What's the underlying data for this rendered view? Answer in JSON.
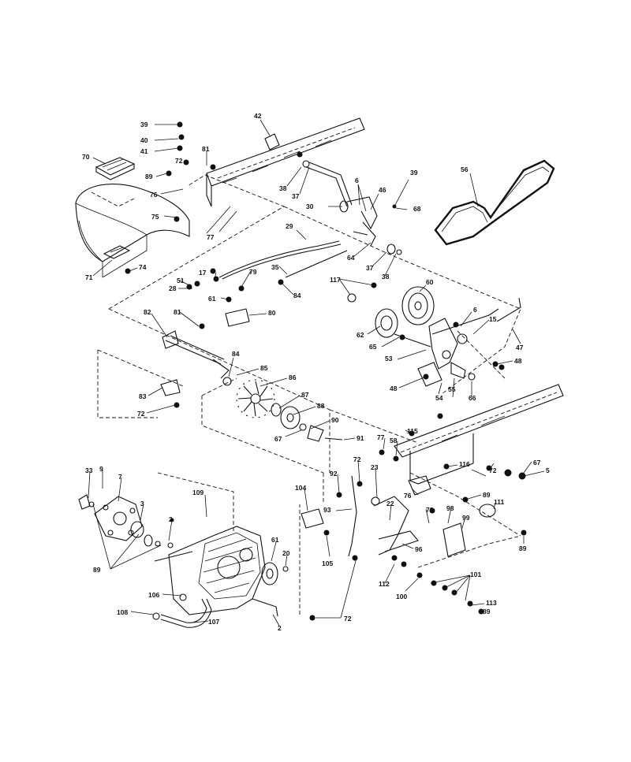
{
  "parts": [
    {
      "id": "p39a",
      "label": "39"
    },
    {
      "id": "p40",
      "label": "40"
    },
    {
      "id": "p41",
      "label": "41"
    },
    {
      "id": "p42",
      "label": "42"
    },
    {
      "id": "p70",
      "label": "70"
    },
    {
      "id": "p72a",
      "label": "72"
    },
    {
      "id": "p81a",
      "label": "81"
    },
    {
      "id": "p89a",
      "label": "89"
    },
    {
      "id": "p76a",
      "label": "76"
    },
    {
      "id": "p75",
      "label": "75"
    },
    {
      "id": "p77a",
      "label": "77"
    },
    {
      "id": "p71",
      "label": "71"
    },
    {
      "id": "p74",
      "label": "74"
    },
    {
      "id": "p38a",
      "label": "38"
    },
    {
      "id": "p37a",
      "label": "37"
    },
    {
      "id": "p30",
      "label": "30"
    },
    {
      "id": "p6a",
      "label": "6"
    },
    {
      "id": "p46",
      "label": "46"
    },
    {
      "id": "p39b",
      "label": "39"
    },
    {
      "id": "p68",
      "label": "68"
    },
    {
      "id": "p56",
      "label": "56"
    },
    {
      "id": "p29",
      "label": "29"
    },
    {
      "id": "p64",
      "label": "64"
    },
    {
      "id": "p37b",
      "label": "37"
    },
    {
      "id": "p38b",
      "label": "38"
    },
    {
      "id": "p17",
      "label": "17"
    },
    {
      "id": "p79",
      "label": "79"
    },
    {
      "id": "p35",
      "label": "35"
    },
    {
      "id": "p51",
      "label": "51"
    },
    {
      "id": "p28",
      "label": "28"
    },
    {
      "id": "p84a",
      "label": "84"
    },
    {
      "id": "p117",
      "label": "117"
    },
    {
      "id": "p60a",
      "label": "60"
    },
    {
      "id": "p61a",
      "label": "61"
    },
    {
      "id": "p82",
      "label": "82"
    },
    {
      "id": "p81b",
      "label": "81"
    },
    {
      "id": "p80",
      "label": "80"
    },
    {
      "id": "p6b",
      "label": "6"
    },
    {
      "id": "p15",
      "label": "15"
    },
    {
      "id": "p62",
      "label": "62"
    },
    {
      "id": "p65",
      "label": "65"
    },
    {
      "id": "p53",
      "label": "53"
    },
    {
      "id": "p47",
      "label": "47"
    },
    {
      "id": "p84b",
      "label": "84"
    },
    {
      "id": "p85",
      "label": "85"
    },
    {
      "id": "p48a",
      "label": "48"
    },
    {
      "id": "p86",
      "label": "86"
    },
    {
      "id": "p48b",
      "label": "48"
    },
    {
      "id": "p54",
      "label": "54"
    },
    {
      "id": "p55",
      "label": "55"
    },
    {
      "id": "p66",
      "label": "66"
    },
    {
      "id": "p83",
      "label": "83"
    },
    {
      "id": "p87",
      "label": "87"
    },
    {
      "id": "p72b",
      "label": "72"
    },
    {
      "id": "p88",
      "label": "88"
    },
    {
      "id": "p90",
      "label": "90"
    },
    {
      "id": "p67a",
      "label": "67"
    },
    {
      "id": "p91",
      "label": "91"
    },
    {
      "id": "p115",
      "label": "115"
    },
    {
      "id": "p77b",
      "label": "77"
    },
    {
      "id": "p58",
      "label": "58"
    },
    {
      "id": "p72c",
      "label": "72"
    },
    {
      "id": "p67b",
      "label": "67"
    },
    {
      "id": "p5",
      "label": "5"
    },
    {
      "id": "p116",
      "label": "116"
    },
    {
      "id": "p72d",
      "label": "72"
    },
    {
      "id": "p92",
      "label": "92"
    },
    {
      "id": "p23",
      "label": "23"
    },
    {
      "id": "p76b",
      "label": "76"
    },
    {
      "id": "p89b",
      "label": "89"
    },
    {
      "id": "p33",
      "label": "33"
    },
    {
      "id": "p9",
      "label": "9"
    },
    {
      "id": "p7",
      "label": "7"
    },
    {
      "id": "p109",
      "label": "109"
    },
    {
      "id": "p104",
      "label": "104"
    },
    {
      "id": "p93",
      "label": "93"
    },
    {
      "id": "p73",
      "label": "73"
    },
    {
      "id": "p111",
      "label": "111"
    },
    {
      "id": "p3",
      "label": "3"
    },
    {
      "id": "p22",
      "label": "22"
    },
    {
      "id": "p98",
      "label": "98"
    },
    {
      "id": "p99",
      "label": "99"
    },
    {
      "id": "p2a",
      "label": "2"
    },
    {
      "id": "p61b",
      "label": "61"
    },
    {
      "id": "p20",
      "label": "20"
    },
    {
      "id": "p89c",
      "label": "89"
    },
    {
      "id": "p105",
      "label": "105"
    },
    {
      "id": "p96",
      "label": "96"
    },
    {
      "id": "p89d",
      "label": "89"
    },
    {
      "id": "p101",
      "label": "101"
    },
    {
      "id": "p112",
      "label": "112"
    },
    {
      "id": "p100",
      "label": "100"
    },
    {
      "id": "p106",
      "label": "106"
    },
    {
      "id": "p113",
      "label": "113"
    },
    {
      "id": "p108",
      "label": "108"
    },
    {
      "id": "p107",
      "label": "107"
    },
    {
      "id": "p72e",
      "label": "72"
    },
    {
      "id": "p89e",
      "label": "89"
    },
    {
      "id": "p2b",
      "label": "2"
    }
  ]
}
